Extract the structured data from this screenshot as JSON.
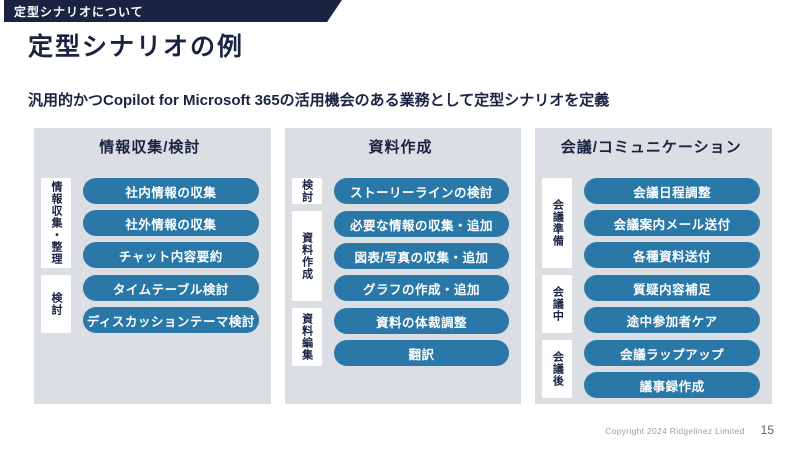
{
  "page": {
    "tag": "定型シナリオについて",
    "title": "定型シナリオの例",
    "subtitle": "汎用的かつCopilot for Microsoft 365の活用機会のある業務として定型シナリオを定義",
    "footer": {
      "copyright": "Copyright 2024 Ridgelinez Limited",
      "page_number": "15"
    }
  },
  "colors": {
    "navy": "#1a2342",
    "panel_gray": "#dbdee3",
    "pill_blue": "#2978a8"
  },
  "columns": [
    {
      "title": "情報収集/検討",
      "groups": [
        {
          "label": "情報収集・整理",
          "items": [
            "社内情報の収集",
            "社外情報の収集",
            "チャット内容要約"
          ]
        },
        {
          "label": "検討",
          "items": [
            "タイムテーブル検討",
            "ディスカッションテーマ検討"
          ]
        }
      ]
    },
    {
      "title": "資料作成",
      "groups": [
        {
          "label": "検討",
          "items": [
            "ストーリーラインの検討"
          ]
        },
        {
          "label": "資料作成",
          "items": [
            "必要な情報の収集・追加",
            "図表/写真の収集・追加",
            "グラフの作成・追加"
          ]
        },
        {
          "label": "資料編集",
          "items": [
            "資料の体裁調整",
            "翻訳"
          ]
        }
      ]
    },
    {
      "title": "会議/コミュニケーション",
      "groups": [
        {
          "label": "会議準備",
          "items": [
            "会議日程調整",
            "会議案内メール送付",
            "各種資料送付"
          ]
        },
        {
          "label": "会議中",
          "items": [
            "質疑内容補足",
            "途中参加者ケア"
          ]
        },
        {
          "label": "会議後",
          "items": [
            "会議ラップアップ",
            "議事録作成"
          ]
        }
      ]
    }
  ]
}
